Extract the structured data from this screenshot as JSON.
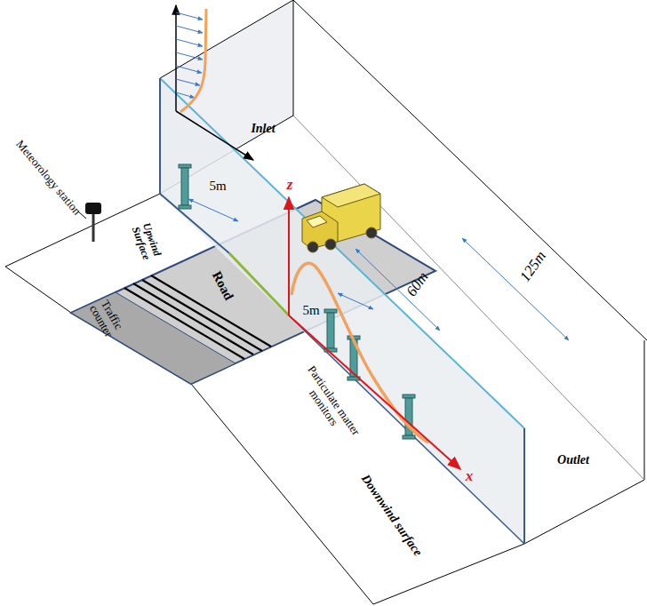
{
  "diagram": {
    "labels": [
      "Inlet",
      "Upwind Surface",
      "Meteorology station",
      "5m",
      "Road",
      "Traffic counter",
      "z",
      "5m",
      "60m",
      "125m",
      "Particulate matter monitors",
      "x",
      "Downwind surface",
      "Outlet"
    ]
  }
}
